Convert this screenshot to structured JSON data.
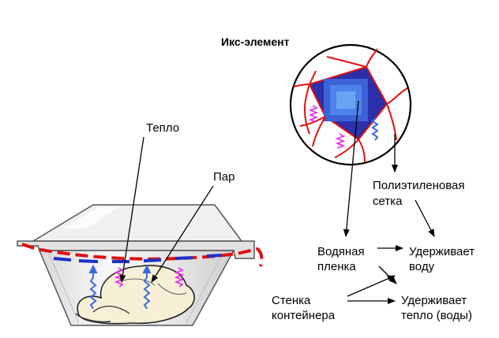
{
  "labels": {
    "x_element": "Икс-элемент",
    "heat": "Тепло",
    "steam": "Пар",
    "film_line1": "Водяная",
    "film_line2": "пленка",
    "mesh_line1": "Полиэтиленовая",
    "mesh_line2": "сетка",
    "wall_line1": "Стенка",
    "wall_line2": "контейнера",
    "retains_water_line1": "Удерживает",
    "retains_water_line2": "воду",
    "retains_heat_line1": "Удерживает",
    "retains_heat_line2": "тепло (воды)"
  },
  "colors": {
    "mesh_red": "#e01010",
    "film_blue": "#1c30c8",
    "water_blue": "#3a6be0",
    "heat_magenta": "#ee22ee",
    "food_fill": "#f6f1d6",
    "container_fill": "#eaeaea"
  }
}
